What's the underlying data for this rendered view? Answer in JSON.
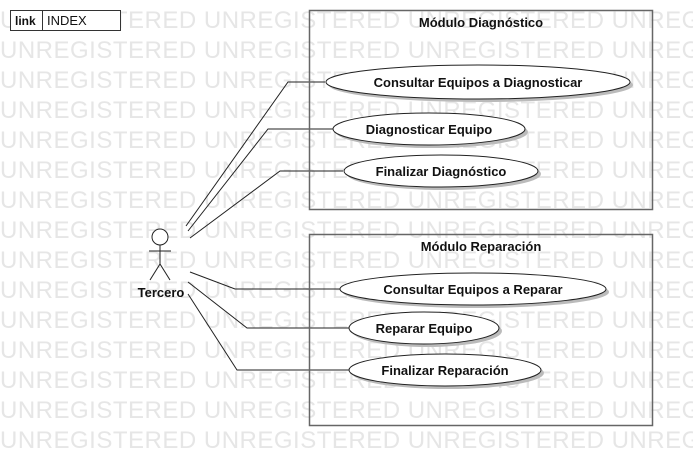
{
  "watermark": "UNREGISTERED",
  "tag": {
    "key": "link",
    "value": "INDEX"
  },
  "actor": {
    "name": "Tercero"
  },
  "packages": [
    {
      "title": "Módulo Diagnóstico",
      "use_cases": [
        "Consultar Equipos a Diagnosticar",
        "Diagnosticar Equipo",
        "Finalizar Diagnóstico"
      ]
    },
    {
      "title": "Módulo Reparación",
      "use_cases": [
        "Consultar Equipos a Reparar",
        "Reparar Equipo",
        "Finalizar Reparación"
      ]
    }
  ]
}
